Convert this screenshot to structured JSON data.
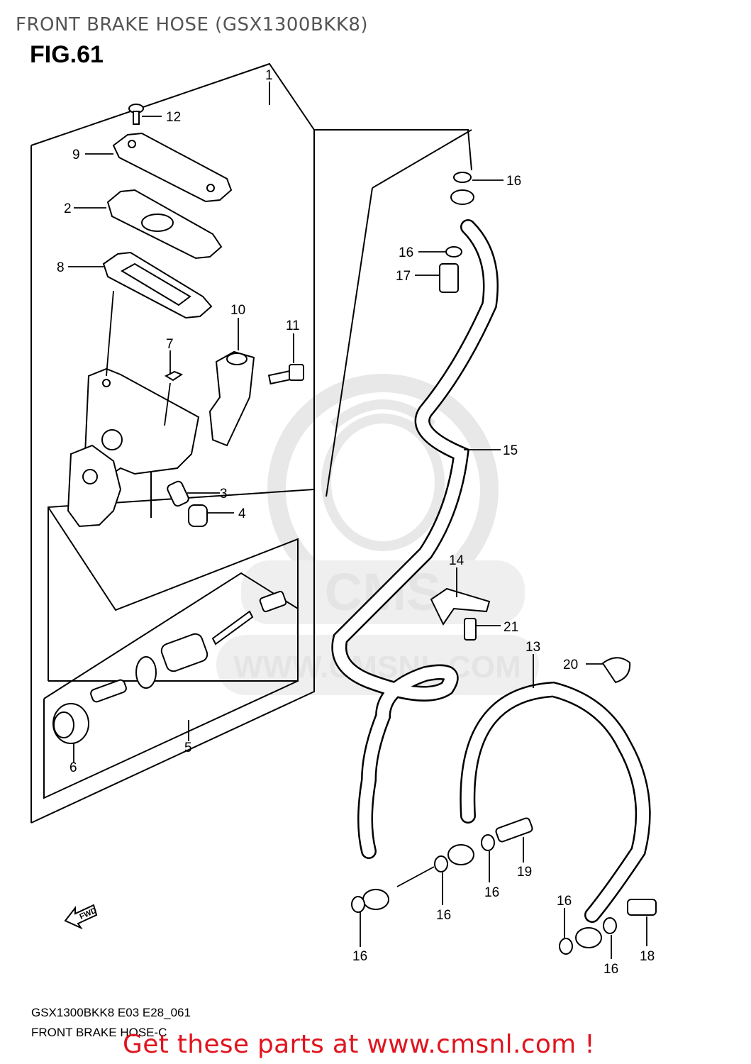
{
  "header": {
    "title": "FRONT BRAKE HOSE (GSX1300BKK8)",
    "figure": "FIG.61"
  },
  "watermark": {
    "site": "WWW.CMSNL.COM",
    "brand": "CMS"
  },
  "callouts": {
    "c1": "1",
    "c2": "2",
    "c3": "3",
    "c4": "4",
    "c5": "5",
    "c6": "6",
    "c7": "7",
    "c8": "8",
    "c9": "9",
    "c10": "10",
    "c11": "11",
    "c12": "12",
    "c13": "13",
    "c14": "14",
    "c15": "15",
    "c16": "16",
    "c17": "17",
    "c18": "18",
    "c19": "19",
    "c20": "20",
    "c21": "21"
  },
  "direction_arrow": "FWD",
  "footer": {
    "model_code": "GSX1300BKK8 E03 E28_061",
    "caption": "FRONT BRAKE HOSE-C",
    "promo": "Get these parts at www.cmsnl.com !"
  }
}
